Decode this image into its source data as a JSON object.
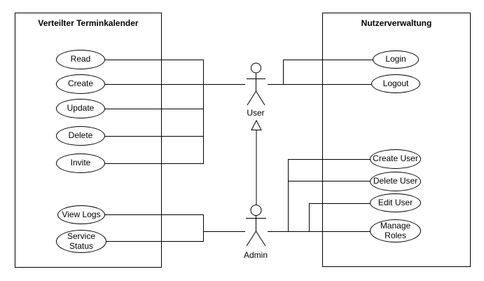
{
  "diagram": {
    "left_system": {
      "title": "Verteilter Terminkalender",
      "use_cases": [
        {
          "label": "Read"
        },
        {
          "label": "Create"
        },
        {
          "label": "Update"
        },
        {
          "label": "Delete"
        },
        {
          "label": "Invite"
        },
        {
          "label": "View Logs"
        },
        {
          "label": "Service Status"
        }
      ]
    },
    "right_system": {
      "title": "Nutzerverwaltung",
      "use_cases": [
        {
          "label": "Login"
        },
        {
          "label": "Logout"
        },
        {
          "label": "Create User"
        },
        {
          "label": "Delete User"
        },
        {
          "label": "Edit User"
        },
        {
          "label": "Manage Roles"
        }
      ]
    },
    "actors": [
      {
        "label": "User"
      },
      {
        "label": "Admin"
      }
    ],
    "colors": {
      "stroke": "#000000",
      "background": "#ffffff",
      "text": "#000000"
    }
  }
}
